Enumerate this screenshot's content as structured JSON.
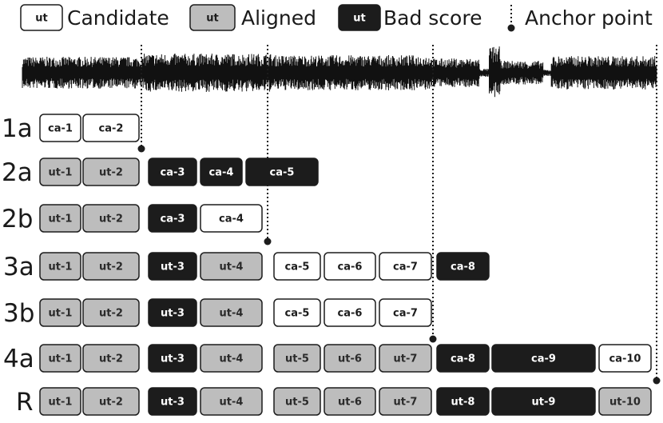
{
  "legend": {
    "candidate": {
      "badge": "ut",
      "label": "Candidate"
    },
    "aligned": {
      "badge": "ut",
      "label": "Aligned"
    },
    "bad_score": {
      "badge": "ut",
      "label": "Bad score"
    },
    "anchor": {
      "label": "Anchor point"
    }
  },
  "colors": {
    "candidate_fill": "#ffffff",
    "aligned_fill": "#bdbdbd",
    "bad_fill": "#1c1c1c",
    "outline": "#1c1c1c",
    "waveform": "#111111"
  },
  "rows": [
    {
      "label": "1a",
      "segments": [
        {
          "text": "ca-1",
          "state": "candidate"
        },
        {
          "text": "ca-2",
          "state": "candidate"
        }
      ]
    },
    {
      "label": "2a",
      "segments": [
        {
          "text": "ut-1",
          "state": "aligned"
        },
        {
          "text": "ut-2",
          "state": "aligned"
        },
        {
          "text": "ca-3",
          "state": "bad"
        },
        {
          "text": "ca-4",
          "state": "bad"
        },
        {
          "text": "ca-5",
          "state": "bad"
        }
      ]
    },
    {
      "label": "2b",
      "segments": [
        {
          "text": "ut-1",
          "state": "aligned"
        },
        {
          "text": "ut-2",
          "state": "aligned"
        },
        {
          "text": "ca-3",
          "state": "bad"
        },
        {
          "text": "ca-4",
          "state": "candidate"
        }
      ]
    },
    {
      "label": "3a",
      "segments": [
        {
          "text": "ut-1",
          "state": "aligned"
        },
        {
          "text": "ut-2",
          "state": "aligned"
        },
        {
          "text": "ut-3",
          "state": "bad"
        },
        {
          "text": "ut-4",
          "state": "aligned"
        },
        {
          "text": "ca-5",
          "state": "candidate"
        },
        {
          "text": "ca-6",
          "state": "candidate"
        },
        {
          "text": "ca-7",
          "state": "candidate"
        },
        {
          "text": "ca-8",
          "state": "bad"
        }
      ]
    },
    {
      "label": "3b",
      "segments": [
        {
          "text": "ut-1",
          "state": "aligned"
        },
        {
          "text": "ut-2",
          "state": "aligned"
        },
        {
          "text": "ut-3",
          "state": "bad"
        },
        {
          "text": "ut-4",
          "state": "aligned"
        },
        {
          "text": "ca-5",
          "state": "candidate"
        },
        {
          "text": "ca-6",
          "state": "candidate"
        },
        {
          "text": "ca-7",
          "state": "candidate"
        }
      ]
    },
    {
      "label": "4a",
      "segments": [
        {
          "text": "ut-1",
          "state": "aligned"
        },
        {
          "text": "ut-2",
          "state": "aligned"
        },
        {
          "text": "ut-3",
          "state": "bad"
        },
        {
          "text": "ut-4",
          "state": "aligned"
        },
        {
          "text": "ut-5",
          "state": "aligned"
        },
        {
          "text": "ut-6",
          "state": "aligned"
        },
        {
          "text": "ut-7",
          "state": "aligned"
        },
        {
          "text": "ca-8",
          "state": "bad"
        },
        {
          "text": "ca-9",
          "state": "bad"
        },
        {
          "text": "ca-10",
          "state": "candidate"
        }
      ]
    },
    {
      "label": "R",
      "segments": [
        {
          "text": "ut-1",
          "state": "aligned"
        },
        {
          "text": "ut-2",
          "state": "aligned"
        },
        {
          "text": "ut-3",
          "state": "bad"
        },
        {
          "text": "ut-4",
          "state": "aligned"
        },
        {
          "text": "ut-5",
          "state": "aligned"
        },
        {
          "text": "ut-6",
          "state": "aligned"
        },
        {
          "text": "ut-7",
          "state": "aligned"
        },
        {
          "text": "ut-8",
          "state": "bad"
        },
        {
          "text": "ut-9",
          "state": "bad"
        },
        {
          "text": "ut-10",
          "state": "aligned"
        }
      ]
    }
  ]
}
